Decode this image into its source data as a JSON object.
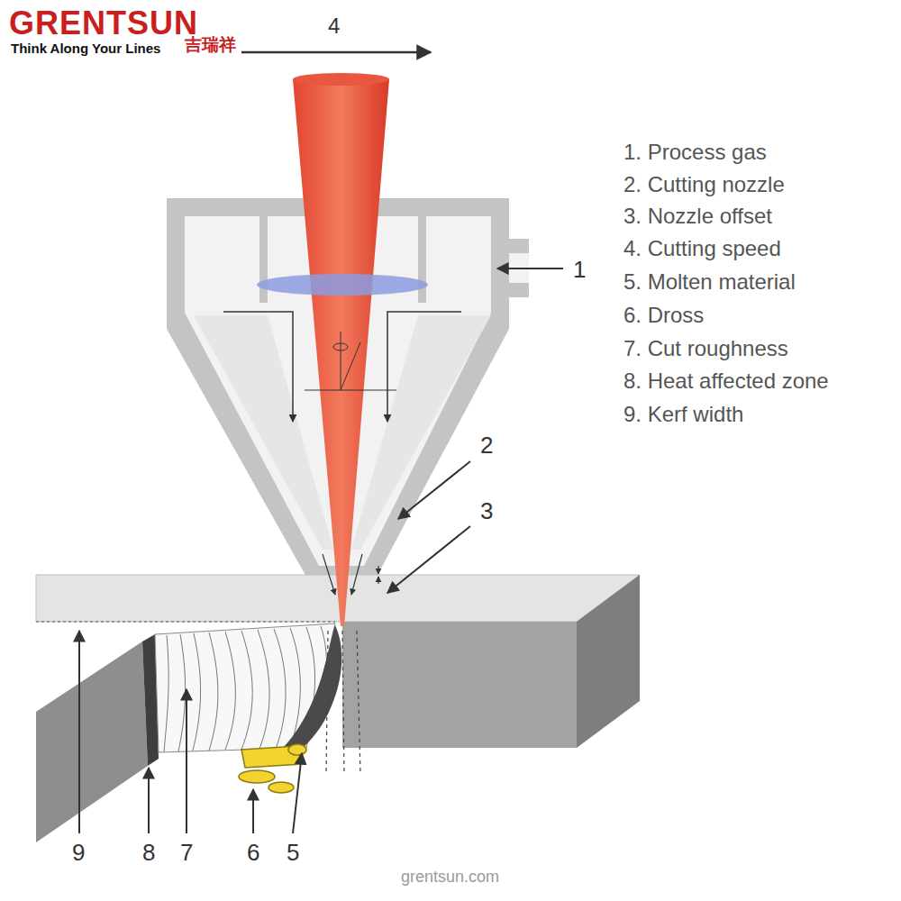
{
  "diagram": {
    "labels": [
      "GRENTSUN",
      "Think Along Your Lines",
      "吉瑞祥",
      "4",
      "1. Process gas",
      "2. Cutting nozzle",
      "3. Nozzle offset",
      "4. Cutting speed",
      "5. Molten material",
      "6. Dross",
      "7. Cut roughness",
      "8. Heat affected zone",
      "9. Kerf width",
      "1",
      "2",
      "3",
      "9",
      "8",
      "7",
      "6",
      "5",
      "grentsun.com"
    ]
  }
}
